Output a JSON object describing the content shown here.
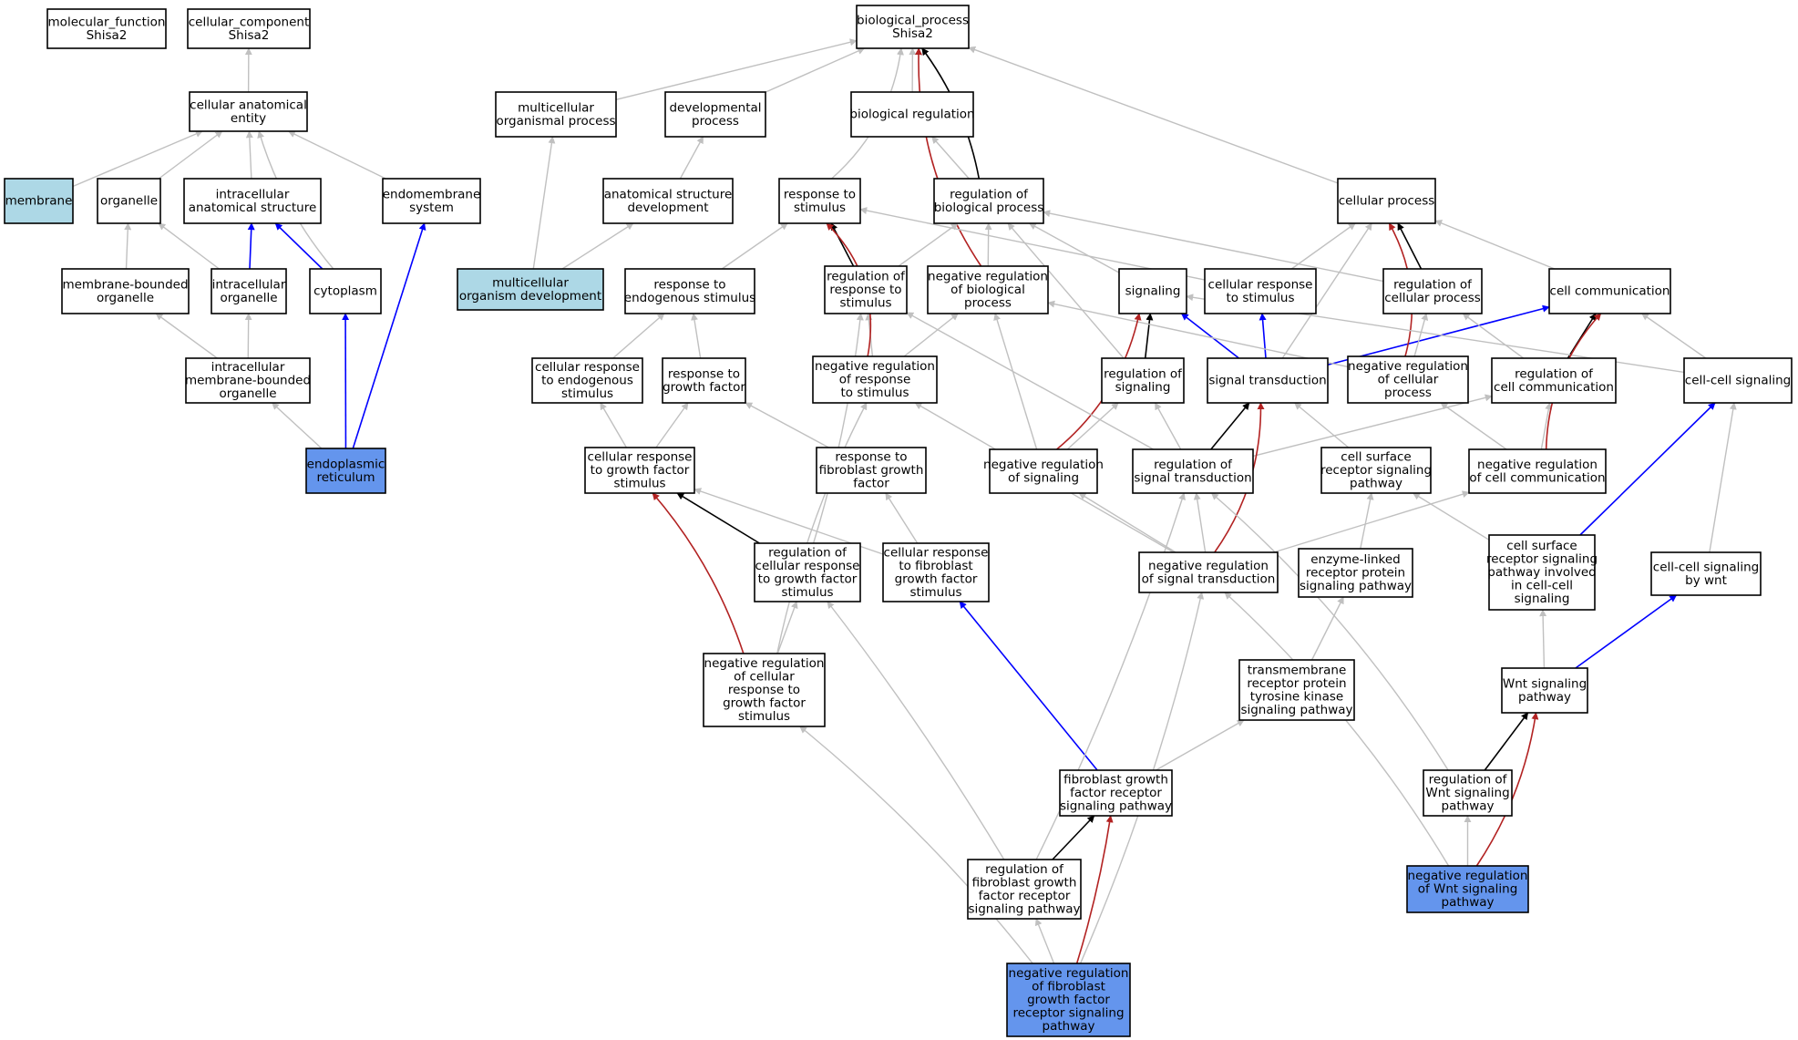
{
  "colors": {
    "plain": "#ffffff",
    "light": "#add8e6",
    "dark": "#6495ed",
    "is_a": "#c0c0c0",
    "part_of": "#0000ff",
    "regulates": "#000000",
    "negatively_regulates": "#b22222"
  },
  "nodes": [
    {
      "id": "mf",
      "lines": [
        "molecular_function",
        "Shisa2"
      ],
      "fill": "plain"
    },
    {
      "id": "cc",
      "lines": [
        "cellular_component",
        "Shisa2"
      ],
      "fill": "plain"
    },
    {
      "id": "bp",
      "lines": [
        "biological_process",
        "Shisa2"
      ],
      "fill": "plain"
    },
    {
      "id": "cae",
      "lines": [
        "cellular anatomical",
        "entity"
      ],
      "fill": "plain"
    },
    {
      "id": "membrane",
      "lines": [
        "membrane"
      ],
      "fill": "light"
    },
    {
      "id": "organelle",
      "lines": [
        "organelle"
      ],
      "fill": "plain"
    },
    {
      "id": "ias",
      "lines": [
        "intracellular",
        "anatomical structure"
      ],
      "fill": "plain"
    },
    {
      "id": "endomem",
      "lines": [
        "endomembrane",
        "system"
      ],
      "fill": "plain"
    },
    {
      "id": "mbo",
      "lines": [
        "membrane-bounded",
        "organelle"
      ],
      "fill": "plain"
    },
    {
      "id": "io",
      "lines": [
        "intracellular",
        "organelle"
      ],
      "fill": "plain"
    },
    {
      "id": "cytoplasm",
      "lines": [
        "cytoplasm"
      ],
      "fill": "plain"
    },
    {
      "id": "imbo",
      "lines": [
        "intracellular",
        "membrane-bounded",
        "organelle"
      ],
      "fill": "plain"
    },
    {
      "id": "er",
      "lines": [
        "endoplasmic",
        "reticulum"
      ],
      "fill": "dark"
    },
    {
      "id": "mop",
      "lines": [
        "multicellular",
        "organismal process"
      ],
      "fill": "plain"
    },
    {
      "id": "devp",
      "lines": [
        "developmental",
        "process"
      ],
      "fill": "plain"
    },
    {
      "id": "biorg",
      "lines": [
        "biological regulation"
      ],
      "fill": "plain"
    },
    {
      "id": "asd",
      "lines": [
        "anatomical structure",
        "development"
      ],
      "fill": "plain"
    },
    {
      "id": "mod",
      "lines": [
        "multicellular",
        "organism development"
      ],
      "fill": "light"
    },
    {
      "id": "rts",
      "lines": [
        "response to",
        "stimulus"
      ],
      "fill": "plain"
    },
    {
      "id": "rbp",
      "lines": [
        "regulation of",
        "biological process"
      ],
      "fill": "plain"
    },
    {
      "id": "cellp",
      "lines": [
        "cellular process"
      ],
      "fill": "plain"
    },
    {
      "id": "rtes",
      "lines": [
        "response to",
        "endogenous stimulus"
      ],
      "fill": "plain"
    },
    {
      "id": "rrts",
      "lines": [
        "regulation of",
        "response to",
        "stimulus"
      ],
      "fill": "plain"
    },
    {
      "id": "nrbp",
      "lines": [
        "negative regulation",
        "of biological",
        "process"
      ],
      "fill": "plain"
    },
    {
      "id": "signaling",
      "lines": [
        "signaling"
      ],
      "fill": "plain"
    },
    {
      "id": "crts",
      "lines": [
        "cellular response",
        "to stimulus"
      ],
      "fill": "plain"
    },
    {
      "id": "rcp",
      "lines": [
        "regulation of",
        "cellular process"
      ],
      "fill": "plain"
    },
    {
      "id": "cellcomm",
      "lines": [
        "cell communication"
      ],
      "fill": "plain"
    },
    {
      "id": "crtes",
      "lines": [
        "cellular response",
        "to endogenous",
        "stimulus"
      ],
      "fill": "plain"
    },
    {
      "id": "rtgf",
      "lines": [
        "response to",
        "growth factor"
      ],
      "fill": "plain"
    },
    {
      "id": "nrrts",
      "lines": [
        "negative regulation",
        "of response",
        "to stimulus"
      ],
      "fill": "plain"
    },
    {
      "id": "rsig",
      "lines": [
        "regulation of",
        "signaling"
      ],
      "fill": "plain"
    },
    {
      "id": "st",
      "lines": [
        "signal transduction"
      ],
      "fill": "plain"
    },
    {
      "id": "nrcp",
      "lines": [
        "negative regulation",
        "of cellular",
        "process"
      ],
      "fill": "plain"
    },
    {
      "id": "rcc",
      "lines": [
        "regulation of",
        "cell communication"
      ],
      "fill": "plain"
    },
    {
      "id": "ccs",
      "lines": [
        "cell-cell signaling"
      ],
      "fill": "plain"
    },
    {
      "id": "crtgfs",
      "lines": [
        "cellular response",
        "to growth factor",
        "stimulus"
      ],
      "fill": "plain"
    },
    {
      "id": "rtfgf",
      "lines": [
        "response to",
        "fibroblast growth",
        "factor"
      ],
      "fill": "plain"
    },
    {
      "id": "nrsig",
      "lines": [
        "negative regulation",
        "of signaling"
      ],
      "fill": "plain"
    },
    {
      "id": "rst",
      "lines": [
        "regulation of",
        "signal transduction"
      ],
      "fill": "plain"
    },
    {
      "id": "csrsp",
      "lines": [
        "cell surface",
        "receptor signaling",
        "pathway"
      ],
      "fill": "plain"
    },
    {
      "id": "nrcc",
      "lines": [
        "negative regulation",
        "of cell communication"
      ],
      "fill": "plain"
    },
    {
      "id": "rcrtgfs",
      "lines": [
        "regulation of",
        "cellular response",
        "to growth factor",
        "stimulus"
      ],
      "fill": "plain"
    },
    {
      "id": "crtfgfs",
      "lines": [
        "cellular response",
        "to fibroblast",
        "growth factor",
        "stimulus"
      ],
      "fill": "plain"
    },
    {
      "id": "nrst",
      "lines": [
        "negative regulation",
        "of signal transduction"
      ],
      "fill": "plain"
    },
    {
      "id": "elrpsp",
      "lines": [
        "enzyme-linked",
        "receptor protein",
        "signaling pathway"
      ],
      "fill": "plain"
    },
    {
      "id": "csrspccs",
      "lines": [
        "cell surface",
        "receptor signaling",
        "pathway involved",
        "in cell-cell",
        "signaling"
      ],
      "fill": "plain"
    },
    {
      "id": "ccsw",
      "lines": [
        "cell-cell signaling",
        "by wnt"
      ],
      "fill": "plain"
    },
    {
      "id": "nrcrtgfs",
      "lines": [
        "negative regulation",
        "of cellular",
        "response to",
        "growth factor",
        "stimulus"
      ],
      "fill": "plain"
    },
    {
      "id": "trptksp",
      "lines": [
        "transmembrane",
        "receptor protein",
        "tyrosine kinase",
        "signaling pathway"
      ],
      "fill": "plain"
    },
    {
      "id": "wnt",
      "lines": [
        "Wnt signaling",
        "pathway"
      ],
      "fill": "plain"
    },
    {
      "id": "fgfrsp",
      "lines": [
        "fibroblast growth",
        "factor receptor",
        "signaling pathway"
      ],
      "fill": "plain"
    },
    {
      "id": "rwnt",
      "lines": [
        "regulation of",
        "Wnt signaling",
        "pathway"
      ],
      "fill": "plain"
    },
    {
      "id": "rfgfrsp",
      "lines": [
        "regulation of",
        "fibroblast growth",
        "factor receptor",
        "signaling pathway"
      ],
      "fill": "plain"
    },
    {
      "id": "nrwnt",
      "lines": [
        "negative regulation",
        "of Wnt signaling",
        "pathway"
      ],
      "fill": "dark"
    },
    {
      "id": "nrfgfrsp",
      "lines": [
        "negative regulation",
        "of fibroblast",
        "growth factor",
        "receptor signaling",
        "pathway"
      ],
      "fill": "dark"
    }
  ],
  "edges": [
    {
      "from": "cae",
      "to": "cc",
      "type": "is_a"
    },
    {
      "from": "membrane",
      "to": "cae",
      "type": "is_a"
    },
    {
      "from": "organelle",
      "to": "cae",
      "type": "is_a"
    },
    {
      "from": "ias",
      "to": "cae",
      "type": "is_a"
    },
    {
      "from": "cytoplasm",
      "to": "cae",
      "type": "is_a"
    },
    {
      "from": "endomem",
      "to": "cae",
      "type": "is_a"
    },
    {
      "from": "mbo",
      "to": "organelle",
      "type": "is_a"
    },
    {
      "from": "io",
      "to": "organelle",
      "type": "is_a"
    },
    {
      "from": "io",
      "to": "ias",
      "type": "part_of"
    },
    {
      "from": "cytoplasm",
      "to": "ias",
      "type": "part_of"
    },
    {
      "from": "imbo",
      "to": "mbo",
      "type": "is_a"
    },
    {
      "from": "imbo",
      "to": "io",
      "type": "is_a"
    },
    {
      "from": "er",
      "to": "imbo",
      "type": "is_a"
    },
    {
      "from": "er",
      "to": "cytoplasm",
      "type": "part_of"
    },
    {
      "from": "er",
      "to": "endomem",
      "type": "part_of"
    },
    {
      "from": "mop",
      "to": "bp",
      "type": "is_a"
    },
    {
      "from": "devp",
      "to": "bp",
      "type": "is_a"
    },
    {
      "from": "biorg",
      "to": "bp",
      "type": "is_a"
    },
    {
      "from": "rts",
      "to": "bp",
      "type": "is_a"
    },
    {
      "from": "rbp",
      "to": "bp",
      "type": "regulates"
    },
    {
      "from": "nrbp",
      "to": "bp",
      "type": "negatively_regulates"
    },
    {
      "from": "cellp",
      "to": "bp",
      "type": "is_a"
    },
    {
      "from": "asd",
      "to": "devp",
      "type": "is_a"
    },
    {
      "from": "mod",
      "to": "mop",
      "type": "is_a"
    },
    {
      "from": "mod",
      "to": "asd",
      "type": "is_a"
    },
    {
      "from": "rbp",
      "to": "biorg",
      "type": "is_a"
    },
    {
      "from": "rtes",
      "to": "rts",
      "type": "is_a"
    },
    {
      "from": "rrts",
      "to": "rts",
      "type": "regulates"
    },
    {
      "from": "rrts",
      "to": "rbp",
      "type": "is_a"
    },
    {
      "from": "nrbp",
      "to": "rbp",
      "type": "is_a"
    },
    {
      "from": "signaling",
      "to": "rbp",
      "type": "is_a"
    },
    {
      "from": "crts",
      "to": "rts",
      "type": "is_a"
    },
    {
      "from": "crts",
      "to": "cellp",
      "type": "is_a"
    },
    {
      "from": "rcp",
      "to": "rbp",
      "type": "is_a"
    },
    {
      "from": "rcp",
      "to": "cellp",
      "type": "regulates"
    },
    {
      "from": "cellcomm",
      "to": "cellp",
      "type": "is_a"
    },
    {
      "from": "crtes",
      "to": "rtes",
      "type": "is_a"
    },
    {
      "from": "rtgf",
      "to": "rtes",
      "type": "is_a"
    },
    {
      "from": "nrrts",
      "to": "rrts",
      "type": "is_a"
    },
    {
      "from": "nrrts",
      "to": "nrbp",
      "type": "is_a"
    },
    {
      "from": "nrrts",
      "to": "rts",
      "type": "negatively_regulates"
    },
    {
      "from": "rsig",
      "to": "signaling",
      "type": "regulates"
    },
    {
      "from": "rsig",
      "to": "rbp",
      "type": "is_a"
    },
    {
      "from": "st",
      "to": "signaling",
      "type": "part_of"
    },
    {
      "from": "st",
      "to": "crts",
      "type": "part_of"
    },
    {
      "from": "st",
      "to": "cellcomm",
      "type": "part_of"
    },
    {
      "from": "st",
      "to": "cellp",
      "type": "is_a"
    },
    {
      "from": "nrcp",
      "to": "rcp",
      "type": "is_a"
    },
    {
      "from": "nrcp",
      "to": "nrbp",
      "type": "is_a"
    },
    {
      "from": "nrcp",
      "to": "cellp",
      "type": "negatively_regulates"
    },
    {
      "from": "rcc",
      "to": "cellcomm",
      "type": "regulates"
    },
    {
      "from": "rcc",
      "to": "rcp",
      "type": "is_a"
    },
    {
      "from": "ccs",
      "to": "cellcomm",
      "type": "is_a"
    },
    {
      "from": "ccs",
      "to": "signaling",
      "type": "is_a"
    },
    {
      "from": "crtgfs",
      "to": "crtes",
      "type": "is_a"
    },
    {
      "from": "crtgfs",
      "to": "rtgf",
      "type": "is_a"
    },
    {
      "from": "rtfgf",
      "to": "rtgf",
      "type": "is_a"
    },
    {
      "from": "nrsig",
      "to": "rsig",
      "type": "is_a"
    },
    {
      "from": "nrsig",
      "to": "nrbp",
      "type": "is_a"
    },
    {
      "from": "nrsig",
      "to": "signaling",
      "type": "negatively_regulates"
    },
    {
      "from": "rst",
      "to": "st",
      "type": "regulates"
    },
    {
      "from": "rst",
      "to": "rsig",
      "type": "is_a"
    },
    {
      "from": "rst",
      "to": "rrts",
      "type": "is_a"
    },
    {
      "from": "rst",
      "to": "rcc",
      "type": "is_a"
    },
    {
      "from": "csrsp",
      "to": "st",
      "type": "is_a"
    },
    {
      "from": "nrcc",
      "to": "rcc",
      "type": "is_a"
    },
    {
      "from": "nrcc",
      "to": "nrcp",
      "type": "is_a"
    },
    {
      "from": "nrcc",
      "to": "cellcomm",
      "type": "negatively_regulates"
    },
    {
      "from": "rcrtgfs",
      "to": "crtgfs",
      "type": "regulates"
    },
    {
      "from": "rcrtgfs",
      "to": "rrts",
      "type": "is_a"
    },
    {
      "from": "crtfgfs",
      "to": "crtgfs",
      "type": "is_a"
    },
    {
      "from": "crtfgfs",
      "to": "rtfgf",
      "type": "is_a"
    },
    {
      "from": "nrst",
      "to": "rst",
      "type": "is_a"
    },
    {
      "from": "nrst",
      "to": "nrsig",
      "type": "is_a"
    },
    {
      "from": "nrst",
      "to": "nrrts",
      "type": "is_a"
    },
    {
      "from": "nrst",
      "to": "nrcc",
      "type": "is_a"
    },
    {
      "from": "nrst",
      "to": "st",
      "type": "negatively_regulates"
    },
    {
      "from": "elrpsp",
      "to": "csrsp",
      "type": "is_a"
    },
    {
      "from": "csrspccs",
      "to": "csrsp",
      "type": "is_a"
    },
    {
      "from": "csrspccs",
      "to": "ccs",
      "type": "part_of"
    },
    {
      "from": "ccsw",
      "to": "ccs",
      "type": "is_a"
    },
    {
      "from": "nrcrtgfs",
      "to": "rcrtgfs",
      "type": "is_a"
    },
    {
      "from": "nrcrtgfs",
      "to": "nrrts",
      "type": "is_a"
    },
    {
      "from": "nrcrtgfs",
      "to": "crtgfs",
      "type": "negatively_regulates"
    },
    {
      "from": "trptksp",
      "to": "elrpsp",
      "type": "is_a"
    },
    {
      "from": "wnt",
      "to": "csrspccs",
      "type": "is_a"
    },
    {
      "from": "wnt",
      "to": "ccsw",
      "type": "part_of"
    },
    {
      "from": "fgfrsp",
      "to": "trptksp",
      "type": "is_a"
    },
    {
      "from": "fgfrsp",
      "to": "crtfgfs",
      "type": "part_of"
    },
    {
      "from": "rwnt",
      "to": "wnt",
      "type": "regulates"
    },
    {
      "from": "rwnt",
      "to": "rst",
      "type": "is_a"
    },
    {
      "from": "rfgfrsp",
      "to": "fgfrsp",
      "type": "regulates"
    },
    {
      "from": "rfgfrsp",
      "to": "rcrtgfs",
      "type": "is_a"
    },
    {
      "from": "rfgfrsp",
      "to": "rst",
      "type": "is_a"
    },
    {
      "from": "nrwnt",
      "to": "rwnt",
      "type": "is_a"
    },
    {
      "from": "nrwnt",
      "to": "wnt",
      "type": "negatively_regulates"
    },
    {
      "from": "nrwnt",
      "to": "nrst",
      "type": "is_a"
    },
    {
      "from": "nrfgfrsp",
      "to": "rfgfrsp",
      "type": "is_a"
    },
    {
      "from": "nrfgfrsp",
      "to": "fgfrsp",
      "type": "negatively_regulates"
    },
    {
      "from": "nrfgfrsp",
      "to": "nrcrtgfs",
      "type": "is_a"
    },
    {
      "from": "nrfgfrsp",
      "to": "nrst",
      "type": "is_a"
    }
  ]
}
